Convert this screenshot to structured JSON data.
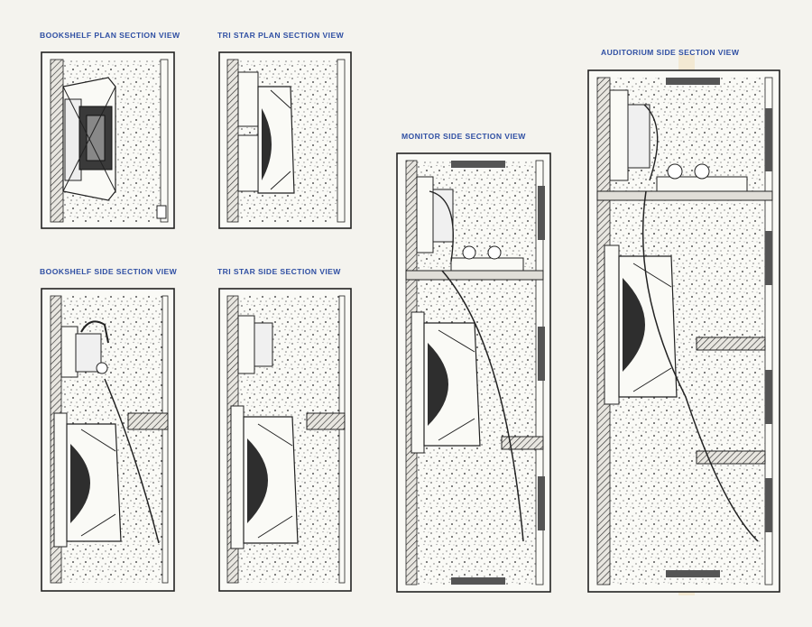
{
  "labels": {
    "bookshelf_plan": "BOOKSHELF PLAN SECTION VIEW",
    "tristar_plan": "TRI STAR PLAN SECTION VIEW",
    "bookshelf_side": "BOOKSHELF SIDE SECTION VIEW",
    "tristar_side": "TRI STAR SIDE SECTION VIEW",
    "monitor_side": "MONITOR SIDE SECTION VIEW",
    "auditorium_side": "AUDITORIUM SIDE SECTION VIEW"
  },
  "colors": {
    "label_blue": "#2f4fa3",
    "ink": "#222222",
    "paper": "#f4f3ee"
  }
}
